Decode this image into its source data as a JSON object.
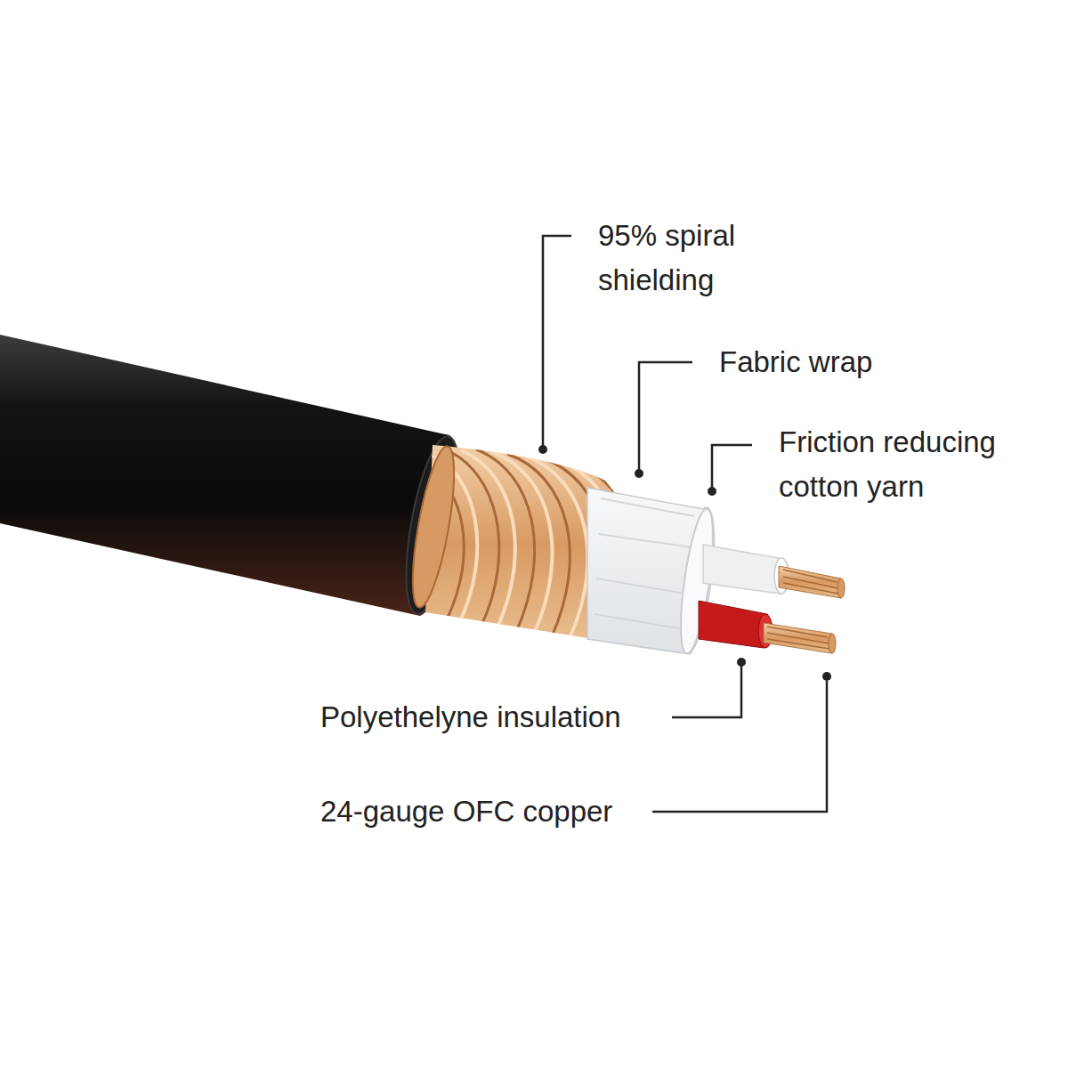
{
  "diagram": {
    "labels": [
      "95% spiral shielding",
      "Fabric wrap",
      "Friction reducing cotton yarn",
      "Polyethelyne insulation",
      "24-gauge OFC copper"
    ]
  }
}
